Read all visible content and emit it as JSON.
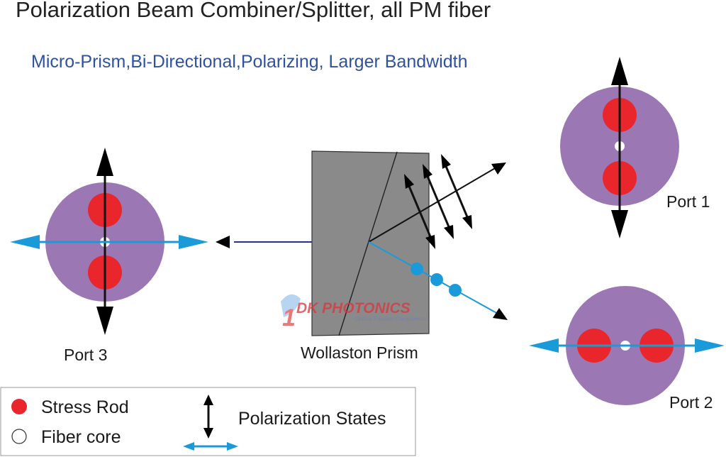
{
  "title": "Polarization Beam Combiner/Splitter, all PM fiber",
  "subtitle": "Micro-Prism,Bi-Directional,Polarizing, Larger Bandwidth",
  "ports": {
    "port1": "Port 1",
    "port2": "Port 2",
    "port3": "Port 3"
  },
  "prism_label": "Wollaston Prism",
  "legend": {
    "stress_rod": "Stress Rod",
    "fiber_core": "Fiber core",
    "polarization_states": "Polarization States"
  },
  "watermark": {
    "brand": "DK PHOTONICS",
    "tagline": "Optical Passive Components"
  },
  "colors": {
    "fiber_cladding": "#9b78b4",
    "stress_rod": "#e8262b",
    "polarization_blue": "#1b9ad9",
    "beam_dark_blue": "#2a2f8a",
    "prism_gray": "#8a8a8a",
    "subtitle_blue": "#2f52a0"
  }
}
